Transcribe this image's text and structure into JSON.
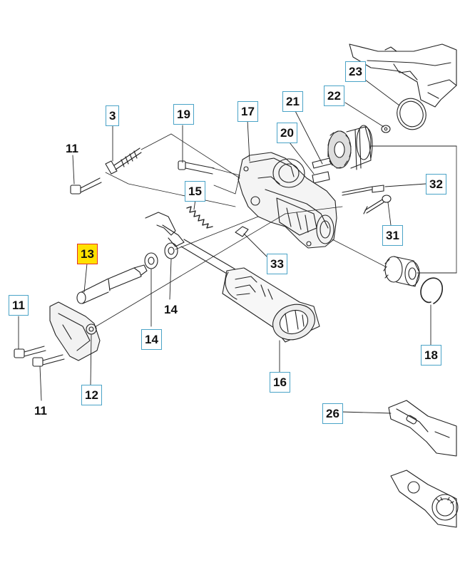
{
  "colors": {
    "callout_border": "#4aa3c7",
    "highlight_fill": "#ffe100",
    "highlight_border": "#e2322a",
    "line": "#222222"
  },
  "callouts": {
    "c23": "23",
    "c22": "22",
    "c21": "21",
    "c20": "20",
    "c17": "17",
    "c19": "19",
    "c3": "3",
    "c11a": "11",
    "c15": "15",
    "c32": "32",
    "c31": "31",
    "c13": "13",
    "c33": "33",
    "c14a": "14",
    "c14b": "14",
    "c11b": "11",
    "c18": "18",
    "c16": "16",
    "c12": "12",
    "c11c": "11",
    "c26": "26"
  },
  "highlighted_part": "13"
}
